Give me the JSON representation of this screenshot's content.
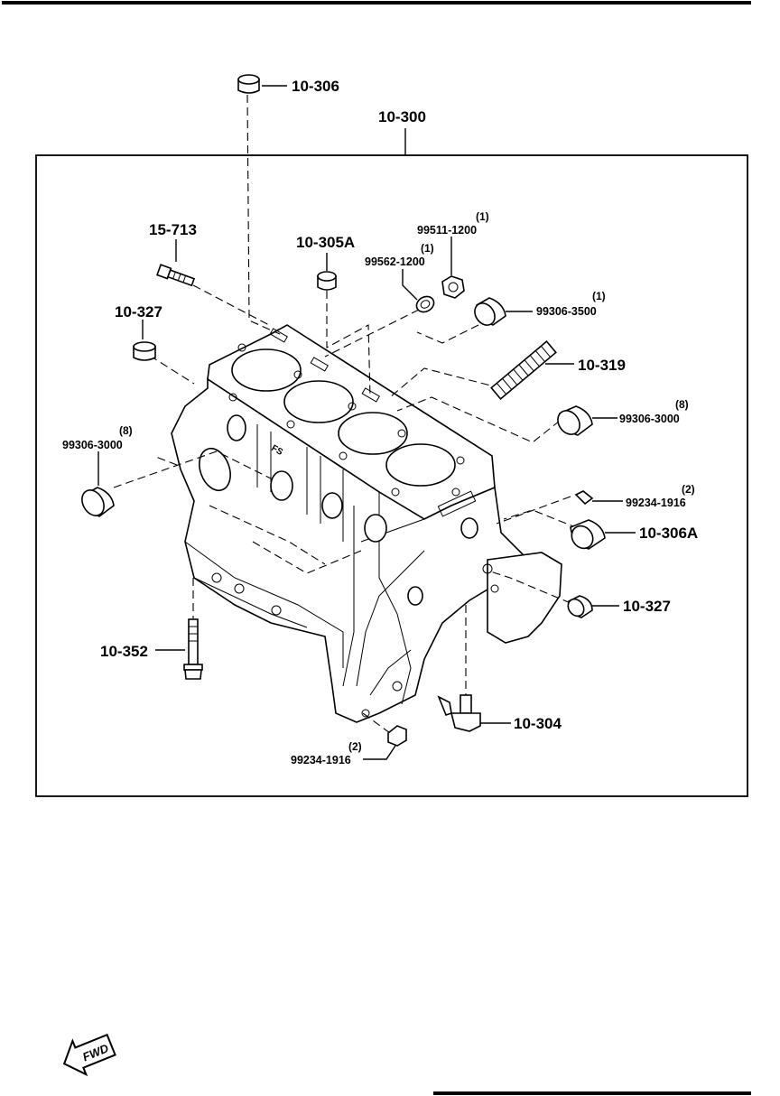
{
  "assembly_label": "10-300",
  "fwd_label": "FWD",
  "callouts": {
    "c_10_306": "10-306",
    "c_15_713": "15-713",
    "c_10_305A": "10-305A",
    "c_99511_qty": "(1)",
    "c_99511": "99511-1200",
    "c_99562_qty": "(1)",
    "c_99562": "99562-1200",
    "c_10_327_left": "10-327",
    "c_99306_3500_qty": "(1)",
    "c_99306_3500": "99306-3500",
    "c_10_319": "10-319",
    "c_99306_3000_right_qty": "(8)",
    "c_99306_3000_right": "99306-3000",
    "c_99306_3000_left_qty": "(8)",
    "c_99306_3000_left": "99306-3000",
    "c_99234_right_qty": "(2)",
    "c_99234_right": "99234-1916",
    "c_10_306A": "10-306A",
    "c_10_327_right": "10-327",
    "c_10_352": "10-352",
    "c_10_304": "10-304",
    "c_99234_bottom_qty": "(2)",
    "c_99234_bottom": "99234-1916"
  }
}
